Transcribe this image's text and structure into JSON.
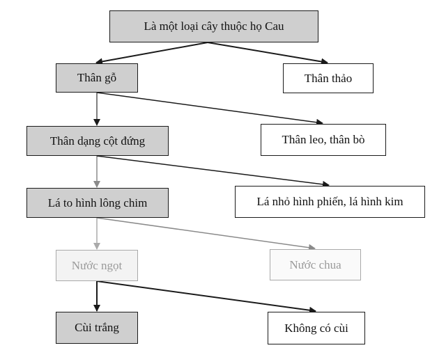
{
  "nodes": {
    "root": "Là một loại cây thuộc họ Cau",
    "than_go": "Thân gỗ",
    "than_thao": "Thân thảo",
    "than_cot": "Thân dạng cột đứng",
    "than_leo": "Thân leo, thân bò",
    "la_long_chim": "Lá to hình lông chim",
    "la_phien": "Lá nhỏ hình phiến, lá hình kim",
    "nuoc_ngot": "Nước ngọt",
    "nuoc_chua": "Nước chua",
    "cui_trang": "Cùi trắng",
    "khong_cui": "Không có cùi"
  },
  "colors": {
    "shaded_fill": "#cfcfcf",
    "line": "#1a1a1a",
    "faded_line": "#a9a9a9"
  }
}
